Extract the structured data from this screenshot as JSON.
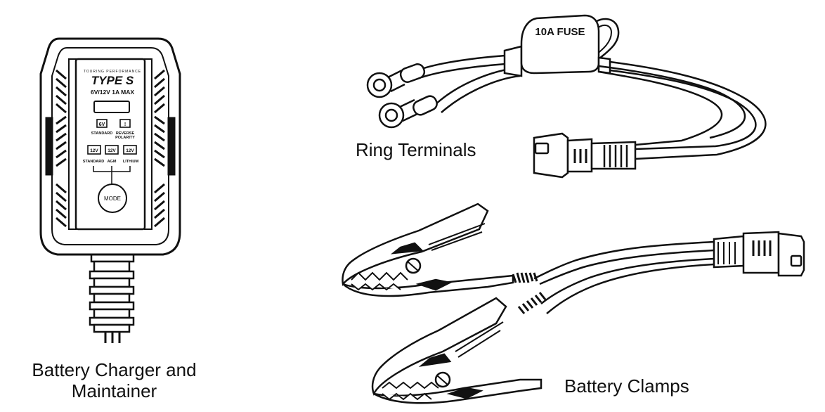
{
  "charger": {
    "brand_small": "TOURING PERFORMANCE",
    "brand": "TYPE S",
    "rating": "6V/12V  1A MAX",
    "ind_6v": "6V",
    "ind_reverse": "!",
    "label_standard_top": "STANDARD",
    "label_reverse_1": "REVERSE",
    "label_reverse_2": "POLARITY",
    "ind_12v": "12V",
    "label_standard": "STANDARD",
    "label_agm": "AGM",
    "label_lithium": "LITHIUM",
    "mode": "MODE"
  },
  "fuse": {
    "label": "10A  FUSE"
  },
  "captions": {
    "charger_line1": "Battery Charger and",
    "charger_line2": "Maintainer",
    "ring": "Ring Terminals",
    "clamps": "Battery Clamps"
  }
}
